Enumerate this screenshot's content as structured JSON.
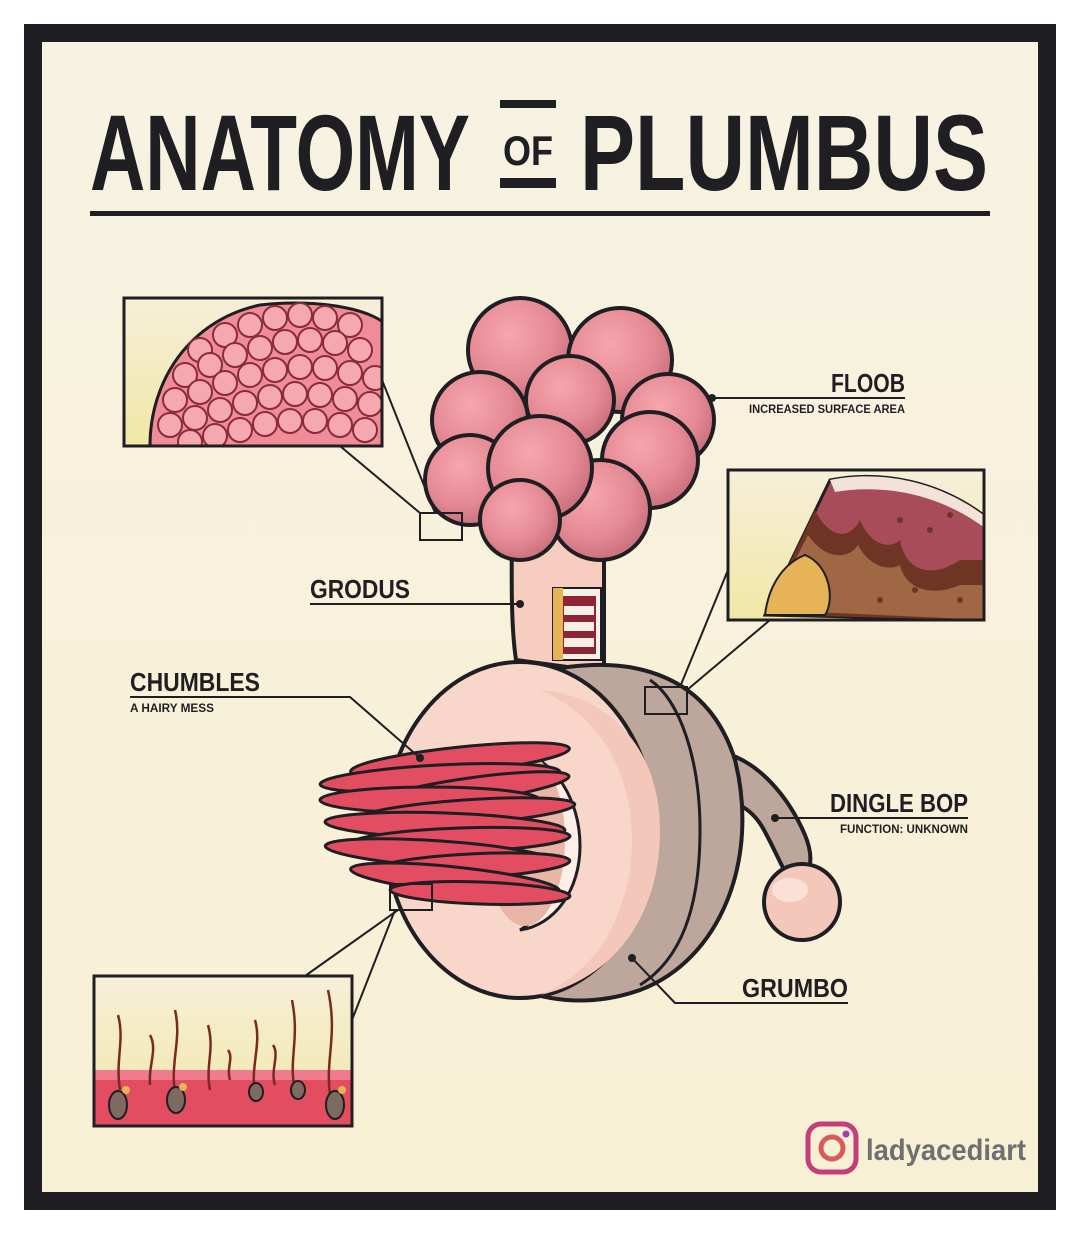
{
  "title": {
    "part1": "ANATOMY",
    "of": "OF",
    "part2": "PLUMBUS"
  },
  "parts": {
    "floob": {
      "name": "FLOOB",
      "note": "INCREASED SURFACE AREA"
    },
    "grodus": {
      "name": "GRODUS"
    },
    "chumbles": {
      "name": "CHUMBLES",
      "note": "A HAIRY MESS"
    },
    "dingle_bop": {
      "name": "DINGLE BOP",
      "note": "FUNCTION: UNKNOWN"
    },
    "grumbo": {
      "name": "GRUMBO"
    }
  },
  "credit": {
    "platform_icon": "instagram-icon",
    "handle": "ladyacediart"
  },
  "colors": {
    "frame": "#1f1e23",
    "background": "#f8f2dc",
    "floob_pink": "#d98590",
    "grumbo_tan": "#bda69b",
    "grodus_skin": "#f7cdc0",
    "chumbles_red": "#e24d62"
  }
}
